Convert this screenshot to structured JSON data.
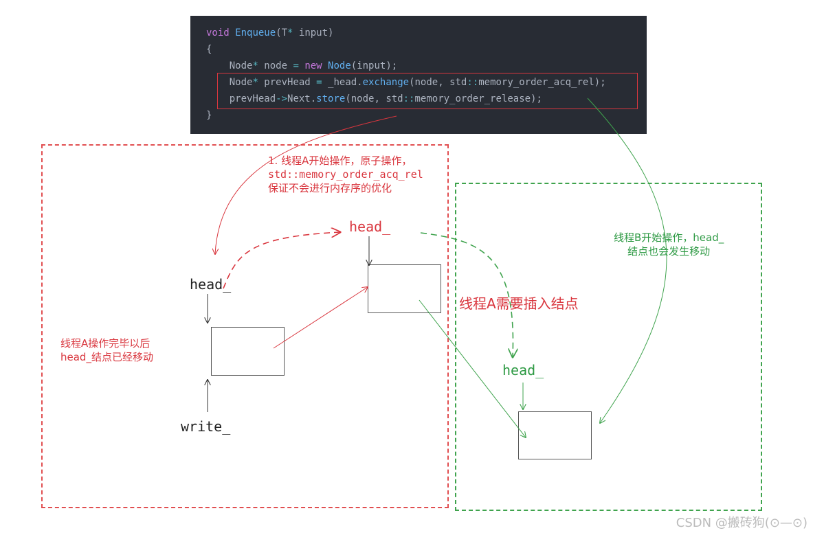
{
  "code": {
    "lines": [
      [
        {
          "t": "void ",
          "c": "kw"
        },
        {
          "t": "Enqueue",
          "c": "fn"
        },
        {
          "t": "(T",
          "c": "ty"
        },
        {
          "t": "*",
          "c": "op"
        },
        {
          "t": " input)",
          "c": "ty"
        }
      ],
      [
        {
          "t": "{",
          "c": "ty"
        }
      ],
      [
        {
          "t": "    Node",
          "c": "ty"
        },
        {
          "t": "*",
          "c": "op"
        },
        {
          "t": " node ",
          "c": "ty"
        },
        {
          "t": "=",
          "c": "op"
        },
        {
          "t": " ",
          "c": "ty"
        },
        {
          "t": "new ",
          "c": "kw"
        },
        {
          "t": "Node",
          "c": "fn"
        },
        {
          "t": "(input);",
          "c": "ty"
        }
      ],
      [
        {
          "t": "    Node",
          "c": "ty"
        },
        {
          "t": "*",
          "c": "op"
        },
        {
          "t": " prevHead ",
          "c": "ty"
        },
        {
          "t": "=",
          "c": "op"
        },
        {
          "t": " _head.",
          "c": "ty"
        },
        {
          "t": "exchange",
          "c": "fn"
        },
        {
          "t": "(node, std",
          "c": "ty"
        },
        {
          "t": "::",
          "c": "op"
        },
        {
          "t": "memory_order_acq_rel);",
          "c": "ty"
        }
      ],
      [
        {
          "t": "    prevHead",
          "c": "ty"
        },
        {
          "t": "->",
          "c": "op"
        },
        {
          "t": "Next.",
          "c": "ty"
        },
        {
          "t": "store",
          "c": "fn"
        },
        {
          "t": "(node, std",
          "c": "ty"
        },
        {
          "t": "::",
          "c": "op"
        },
        {
          "t": "memory_order_release);",
          "c": "ty"
        }
      ],
      [
        {
          "t": "}",
          "c": "ty"
        }
      ]
    ]
  },
  "labels": {
    "note1_line1": "1. 线程A开始操作，原子操作，",
    "note1_line2": "std::memory_order_acq_rel",
    "note1_line3": "保证不会进行内存序的优化",
    "head_top": "head_",
    "head_left": "head_",
    "head_green": "head_",
    "write": "write_",
    "threadA_insert": "线程A需要插入结点",
    "threadA_done_line1": "线程A操作完毕以后",
    "threadA_done_line2": "head_结点已经移动",
    "threadB_line1": "线程B开始操作，head_",
    "threadB_line2": "结点也会发生移动"
  },
  "watermark": "CSDN @搬砖狗(⊙—⊙)",
  "colors": {
    "red": "#d9363e",
    "green": "#2e9a44",
    "code_bg": "#282c34"
  }
}
